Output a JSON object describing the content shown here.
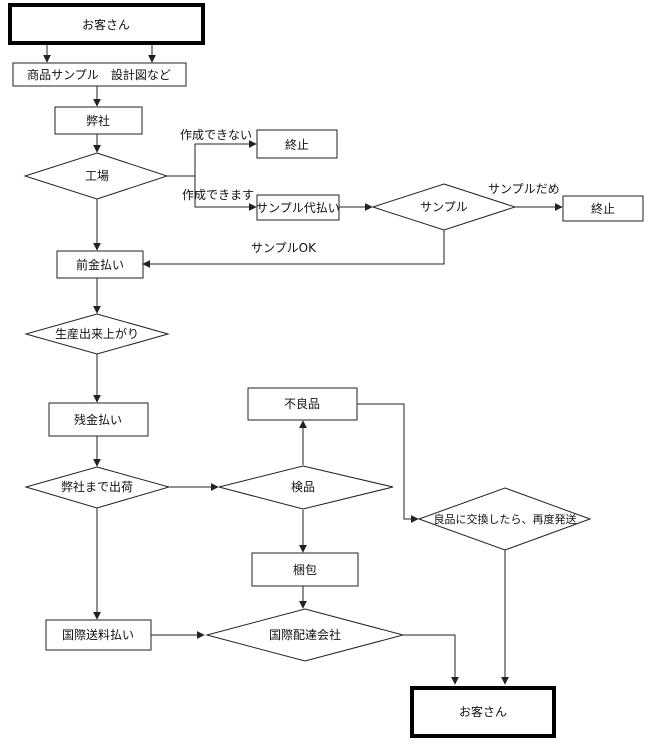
{
  "nodes": {
    "customer_top": "お客さん",
    "samples": "商品サンプル　設計図など",
    "our_company": "弊社",
    "factory": "工場",
    "stop_1": "終止",
    "sample_fee": "サンプル代払い",
    "sample_check": "サンプル",
    "stop_2": "終止",
    "advance_payment": "前金払い",
    "production_done": "生産出来上がり",
    "balance_payment": "残金払い",
    "ship_to_us": "弊社まで出荷",
    "inspection": "検品",
    "defective": "不良品",
    "exchange_resend": "良品に交換したら、再度発送",
    "packing": "梱包",
    "intl_shipping_fee": "国際送料払い",
    "intl_courier": "国際配達会社",
    "customer_bottom": "お客さん"
  },
  "edges": {
    "cannot_make": "作成できない",
    "can_make": "作成できます",
    "sample_ng": "サンプルだめ",
    "sample_ok": "サンプルOK"
  }
}
